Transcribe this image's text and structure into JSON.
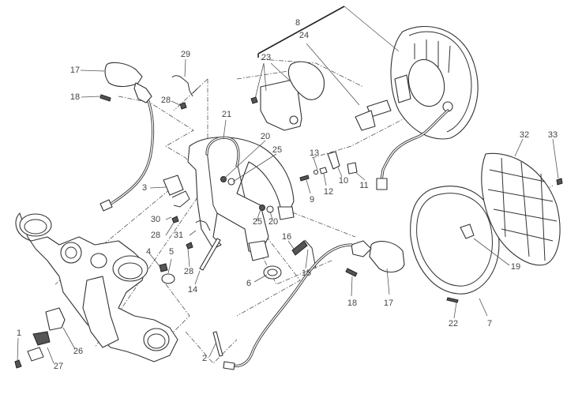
{
  "diagram": {
    "type": "exploded-parts-diagram",
    "callouts": {
      "c1": "1",
      "c2": "2",
      "c3": "3",
      "c4": "4",
      "c5": "5",
      "c6": "6",
      "c7": "7",
      "c8": "8",
      "c9": "9",
      "c10": "10",
      "c11": "11",
      "c12": "12",
      "c13": "13",
      "c14": "14",
      "c15": "15",
      "c16": "16",
      "c17a": "17",
      "c17b": "17",
      "c18a": "18",
      "c18b": "18",
      "c19": "19",
      "c20a": "20",
      "c20b": "20",
      "c21": "21",
      "c22": "22",
      "c23": "23",
      "c24": "24",
      "c25a": "25",
      "c25b": "25",
      "c26": "26",
      "c27": "27",
      "c28a": "28",
      "c28b": "28",
      "c28c": "28",
      "c29": "29",
      "c30": "30",
      "c31": "31",
      "c32": "32",
      "c33": "33"
    },
    "line_color": "#333333",
    "background": "#ffffff"
  }
}
